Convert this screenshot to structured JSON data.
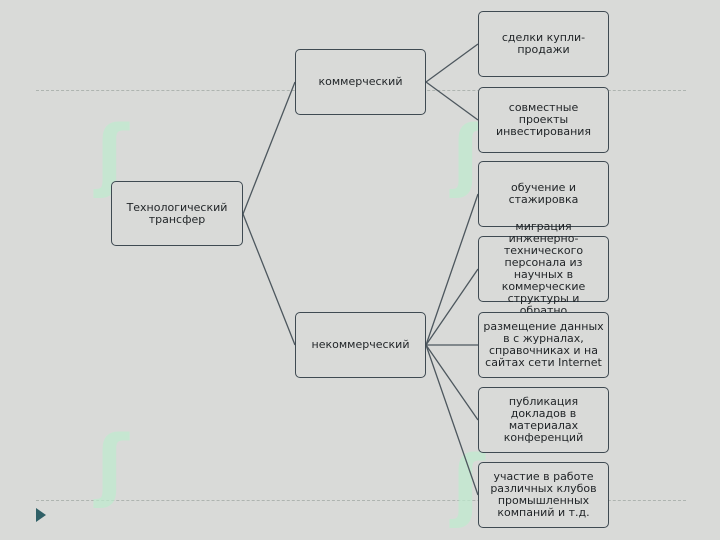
{
  "diagram": {
    "root": "Технологический трансфер",
    "branches": [
      {
        "label": "коммерческий",
        "children": [
          "сделки купли-продажи",
          "совместные проекты инвестирования"
        ]
      },
      {
        "label": "некоммерческий",
        "children": [
          "обучение и стажировка",
          "миграция инженерно-технического персонала из научных в коммерческие структуры и обратно",
          "размещение данных в с журналах, справочниках и на сайтах сети Internet",
          "публикация докладов в материалах конференций",
          "участие в работе различных клубов промышленных компаний и т.д."
        ]
      }
    ]
  },
  "colors": {
    "background": "#d9dad8",
    "border": "#3f4a52",
    "connector": "#4d575e",
    "accent": "#2f5f66"
  },
  "icons": {
    "play": "play-triangle-icon"
  }
}
